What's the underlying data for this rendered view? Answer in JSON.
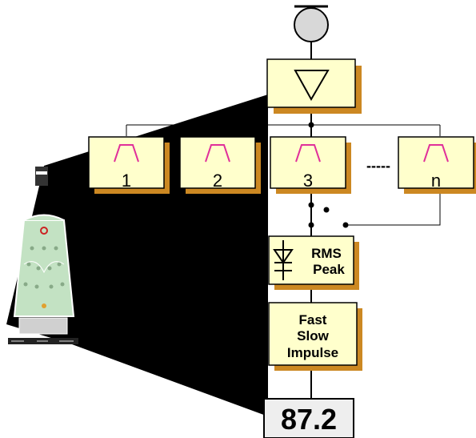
{
  "filters": {
    "labels": [
      "1",
      "2",
      "3",
      "n"
    ],
    "ellipsis": "-----"
  },
  "detector": {
    "line1": "RMS",
    "line2": "Peak"
  },
  "time_weighting": {
    "line1": "Fast",
    "line2": "Slow",
    "line3": "Impulse"
  },
  "display": {
    "value": "87.2"
  },
  "colors": {
    "box_fill": "#ffffcc",
    "box_shadow": "#cc8822",
    "filter_curve": "#e0309a",
    "beam": "#000000",
    "mic_fill": "#d8d8d8",
    "display_fill": "#eeeeee",
    "meter_face": "#bfe0bf"
  }
}
